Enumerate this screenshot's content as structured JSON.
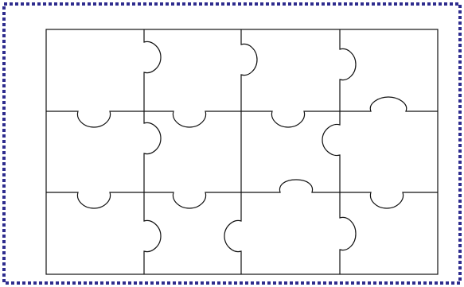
{
  "palette": {
    "background": "#ffffff",
    "frame_color": "#2e2c8e",
    "line_color": "#111111"
  },
  "puzzle": {
    "rows": 3,
    "columns": 4,
    "piece_count": 12
  }
}
